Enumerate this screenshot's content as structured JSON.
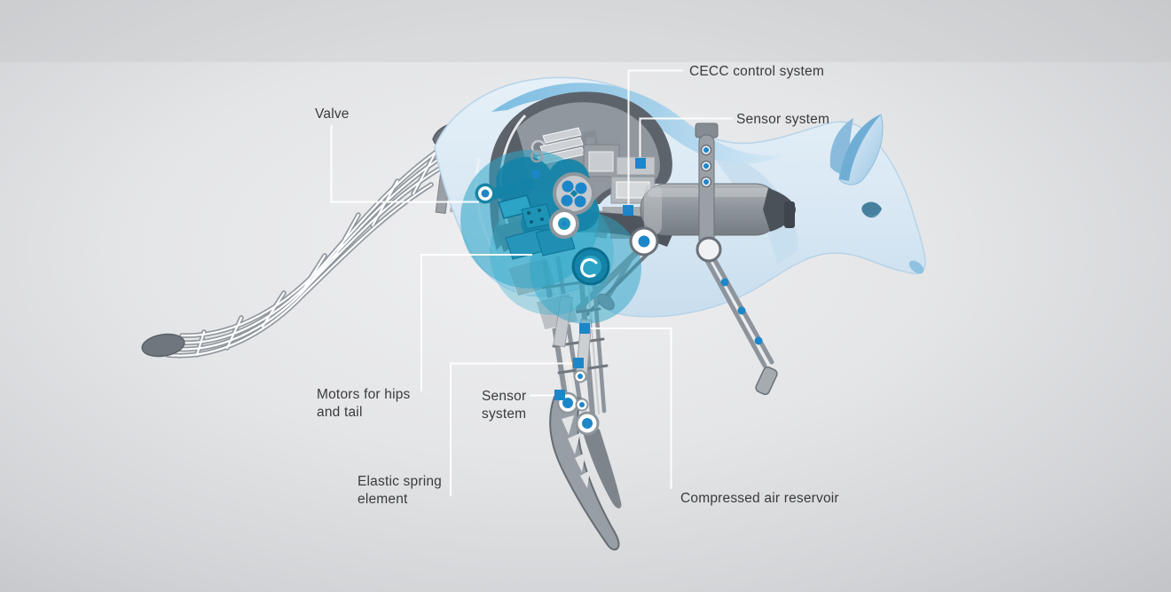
{
  "diagram": {
    "subject": "Bionic kangaroo robot cutaway component diagram",
    "callouts": {
      "valve": {
        "label": "Valve"
      },
      "cecc": {
        "label": "CECC control system"
      },
      "sensor_body": {
        "label": "Sensor system"
      },
      "motors": {
        "line1": "Motors for hips",
        "line2": "and tail"
      },
      "sensor_leg": {
        "line1": "Sensor",
        "line2": "system"
      },
      "spring": {
        "line1": "Elastic spring",
        "line2": "element"
      },
      "reservoir": {
        "label": "Compressed air reservoir"
      }
    },
    "colors": {
      "sensor_blue": "#1d86c9",
      "motor_teal": "#2ba4c6",
      "body_blue": "#d9e8f4",
      "frame_gray": "#8f969d",
      "leader_line": "#ffffff",
      "label_text": "#3a3a3c"
    }
  }
}
